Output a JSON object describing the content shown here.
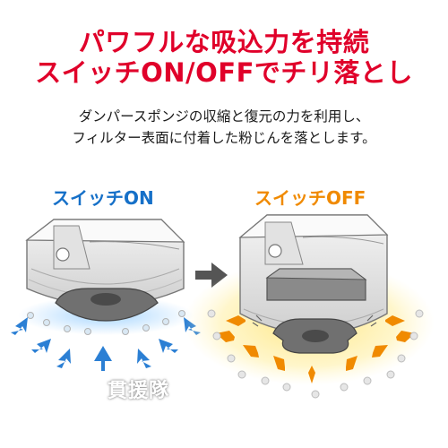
{
  "headline": {
    "line1": "パワフルな吸込力を持続",
    "line2": "スイッチON/OFFでチリ落とし",
    "color": "#e0002a"
  },
  "description": {
    "line1": "ダンパースポンジの収縮と復元の力を利用し、",
    "line2": "フィルター表面に付着した粉じんを落とします。"
  },
  "states": {
    "on": {
      "label": "スイッチON",
      "color": "#1670c8"
    },
    "off": {
      "label": "スイッチOFF",
      "color": "#f08a00"
    }
  },
  "watermark": "貫援隊"
}
